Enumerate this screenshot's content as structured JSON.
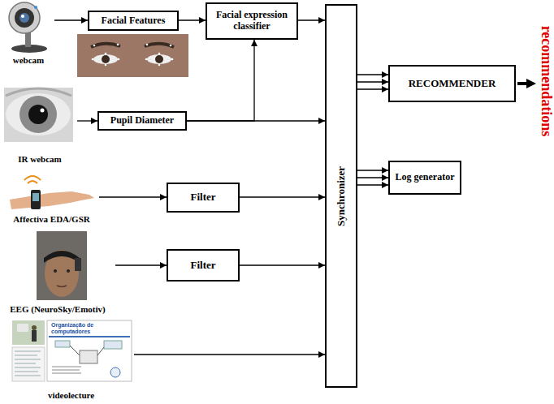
{
  "diagram": {
    "nodes": [
      {
        "text": [
          "webcam"
        ]
      },
      {
        "text": [
          "Facial Features"
        ]
      },
      {
        "text": [
          "Facial expression classifier"
        ]
      },
      {
        "text": [
          "IR webcam"
        ]
      },
      {
        "text": [
          "Pupil Diameter"
        ]
      },
      {
        "text": [
          "Affectiva EDA/GSR"
        ]
      },
      {
        "text": [
          "Filter"
        ]
      },
      {
        "text": [
          "EEG (NeuroSky/Emotiv)"
        ]
      },
      {
        "text": [
          "Filter"
        ]
      },
      {
        "text": [
          "videolecture"
        ]
      },
      {
        "text": [
          "Synchronizer"
        ]
      },
      {
        "text": [
          "RECOMMENDER"
        ]
      },
      {
        "text": [
          "Log generator"
        ]
      }
    ],
    "edges": [
      {
        "from": 0,
        "to": 1,
        "arrow": "to"
      },
      {
        "from": 1,
        "to": 2,
        "arrow": "to"
      },
      {
        "from": 2,
        "to": 10,
        "arrow": "to"
      },
      {
        "from": 3,
        "to": 4,
        "arrow": "to"
      },
      {
        "from": 4,
        "to": 10,
        "arrow": "to"
      },
      {
        "from": 4,
        "to": 2,
        "arrow": "to"
      },
      {
        "from": 5,
        "to": 6,
        "arrow": "to"
      },
      {
        "from": 6,
        "to": 10,
        "arrow": "to"
      },
      {
        "from": 7,
        "to": 8,
        "arrow": "to"
      },
      {
        "from": 8,
        "to": 10,
        "arrow": "to"
      },
      {
        "from": 9,
        "to": 10,
        "arrow": "to"
      },
      {
        "from": 10,
        "to": 11,
        "arrow": "to"
      },
      {
        "from": 10,
        "to": 11,
        "arrow": "to"
      },
      {
        "from": 10,
        "to": 11,
        "arrow": "to"
      },
      {
        "from": 10,
        "to": 12,
        "arrow": "to"
      },
      {
        "from": 10,
        "to": 12,
        "arrow": "to"
      },
      {
        "from": 10,
        "to": 12,
        "arrow": "to"
      }
    ],
    "labels": [
      "recommendations",
      "Organização de computadores"
    ]
  }
}
